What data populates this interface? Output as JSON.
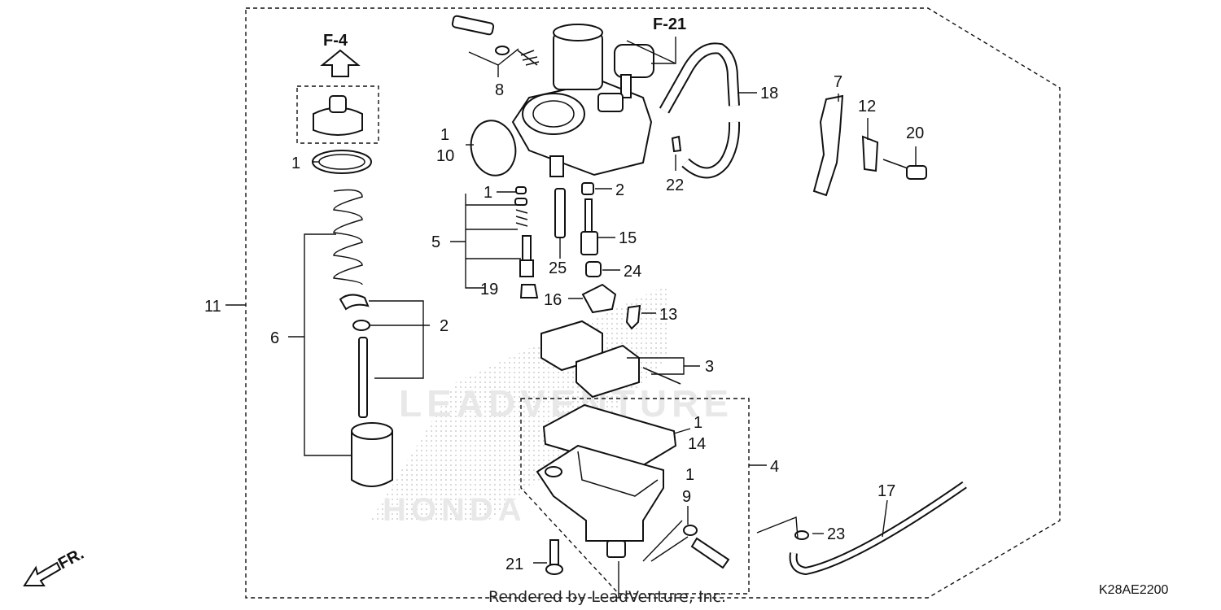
{
  "diagram": {
    "refs": {
      "top_left": "F-4",
      "top_center": "F-21"
    },
    "labels": {
      "l1a": "1",
      "l1b": "1",
      "l1c": "1",
      "l1d": "1",
      "l1e": "1",
      "l2a": "2",
      "l2b": "2",
      "l3": "3",
      "l4": "4",
      "l5": "5",
      "l6": "6",
      "l7": "7",
      "l8": "8",
      "l9": "9",
      "l10": "10",
      "l11": "11",
      "l12": "12",
      "l13": "13",
      "l14": "14",
      "l15": "15",
      "l16": "16",
      "l17": "17",
      "l18": "18",
      "l19": "19",
      "l20": "20",
      "l21": "21",
      "l22": "22",
      "l23": "23",
      "l24": "24",
      "l25": "25"
    },
    "direction": "FR.",
    "watermark": "LEADVENTURE",
    "watermark2": "HONDA",
    "footer": "Rendered by LeadVenture, Inc.",
    "code": "K28AE2200"
  }
}
